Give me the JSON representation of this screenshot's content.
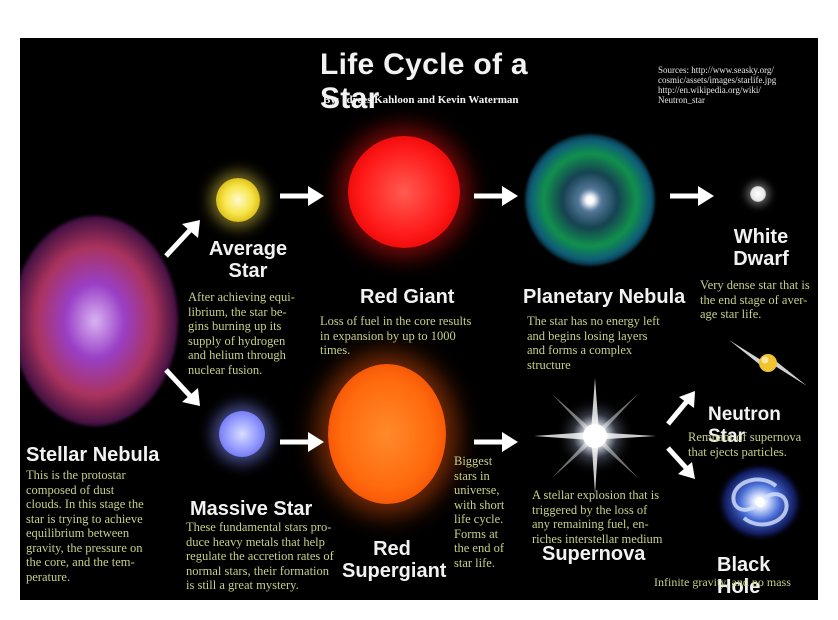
{
  "title": "Life Cycle of a Star",
  "byline": "By: Idrees Kahloon and Kevin Waterman",
  "sources": [
    "Sources: http://www.seasky.org/",
    "cosmic/assets/images/starlife.jpg",
    "http://en.wikipedia.org/wiki/",
    "Neutron_star"
  ],
  "stages": {
    "stellar_nebula": {
      "label": "Stellar Nebula",
      "desc": [
        "This is the  protostar",
        "composed of dust",
        "clouds. In this stage the",
        "star is trying to achieve",
        "equilibrium between",
        "gravity, the pressure on",
        "the core, and the tem-",
        "perature."
      ]
    },
    "average_star": {
      "label": [
        "Average",
        "Star"
      ],
      "desc": [
        "After achieving equi-",
        "librium, the star be-",
        "gins burning up its",
        "supply of hydrogen",
        "and helium through",
        "nuclear fusion."
      ]
    },
    "massive_star": {
      "label": "Massive Star",
      "desc": [
        "These fundamental stars pro-",
        "duce heavy metals that help",
        "regulate the accretion rates of",
        "normal stars,  their formation",
        "is still a great mystery."
      ]
    },
    "red_giant": {
      "label": "Red Giant",
      "desc": [
        "Loss of fuel in the core results",
        "in expansion by up to 1000",
        "times."
      ]
    },
    "red_supergiant": {
      "label": [
        "Red",
        "Supergiant"
      ],
      "desc": [
        "Biggest",
        "stars in",
        "universe,",
        "with short",
        "life cycle.",
        "Forms at",
        "the end of",
        "star life."
      ]
    },
    "planetary_nebula": {
      "label": "Planetary Nebula",
      "desc": [
        "The star has no energy left",
        "and begins losing layers",
        "and forms a complex",
        "structure"
      ]
    },
    "supernova": {
      "label": "Supernova",
      "desc": [
        "A stellar explosion that is",
        "triggered by the loss of",
        "any remaining fuel, en-",
        "riches interstellar medium"
      ]
    },
    "white_dwarf": {
      "label": [
        "White",
        "Dwarf"
      ],
      "desc": [
        "Very dense star that is",
        "the end stage of aver-",
        "age star life."
      ]
    },
    "neutron_star": {
      "label": "Neutron Star",
      "desc": [
        "Remnant of supernova",
        "that ejects particles."
      ]
    },
    "black_hole": {
      "label": "Black Hole",
      "desc": [
        "Infinite gravity, and no mass"
      ]
    }
  },
  "colors": {
    "background": "#000000",
    "description_text": "#c8cf86",
    "label_text": "#f2f2f2"
  }
}
